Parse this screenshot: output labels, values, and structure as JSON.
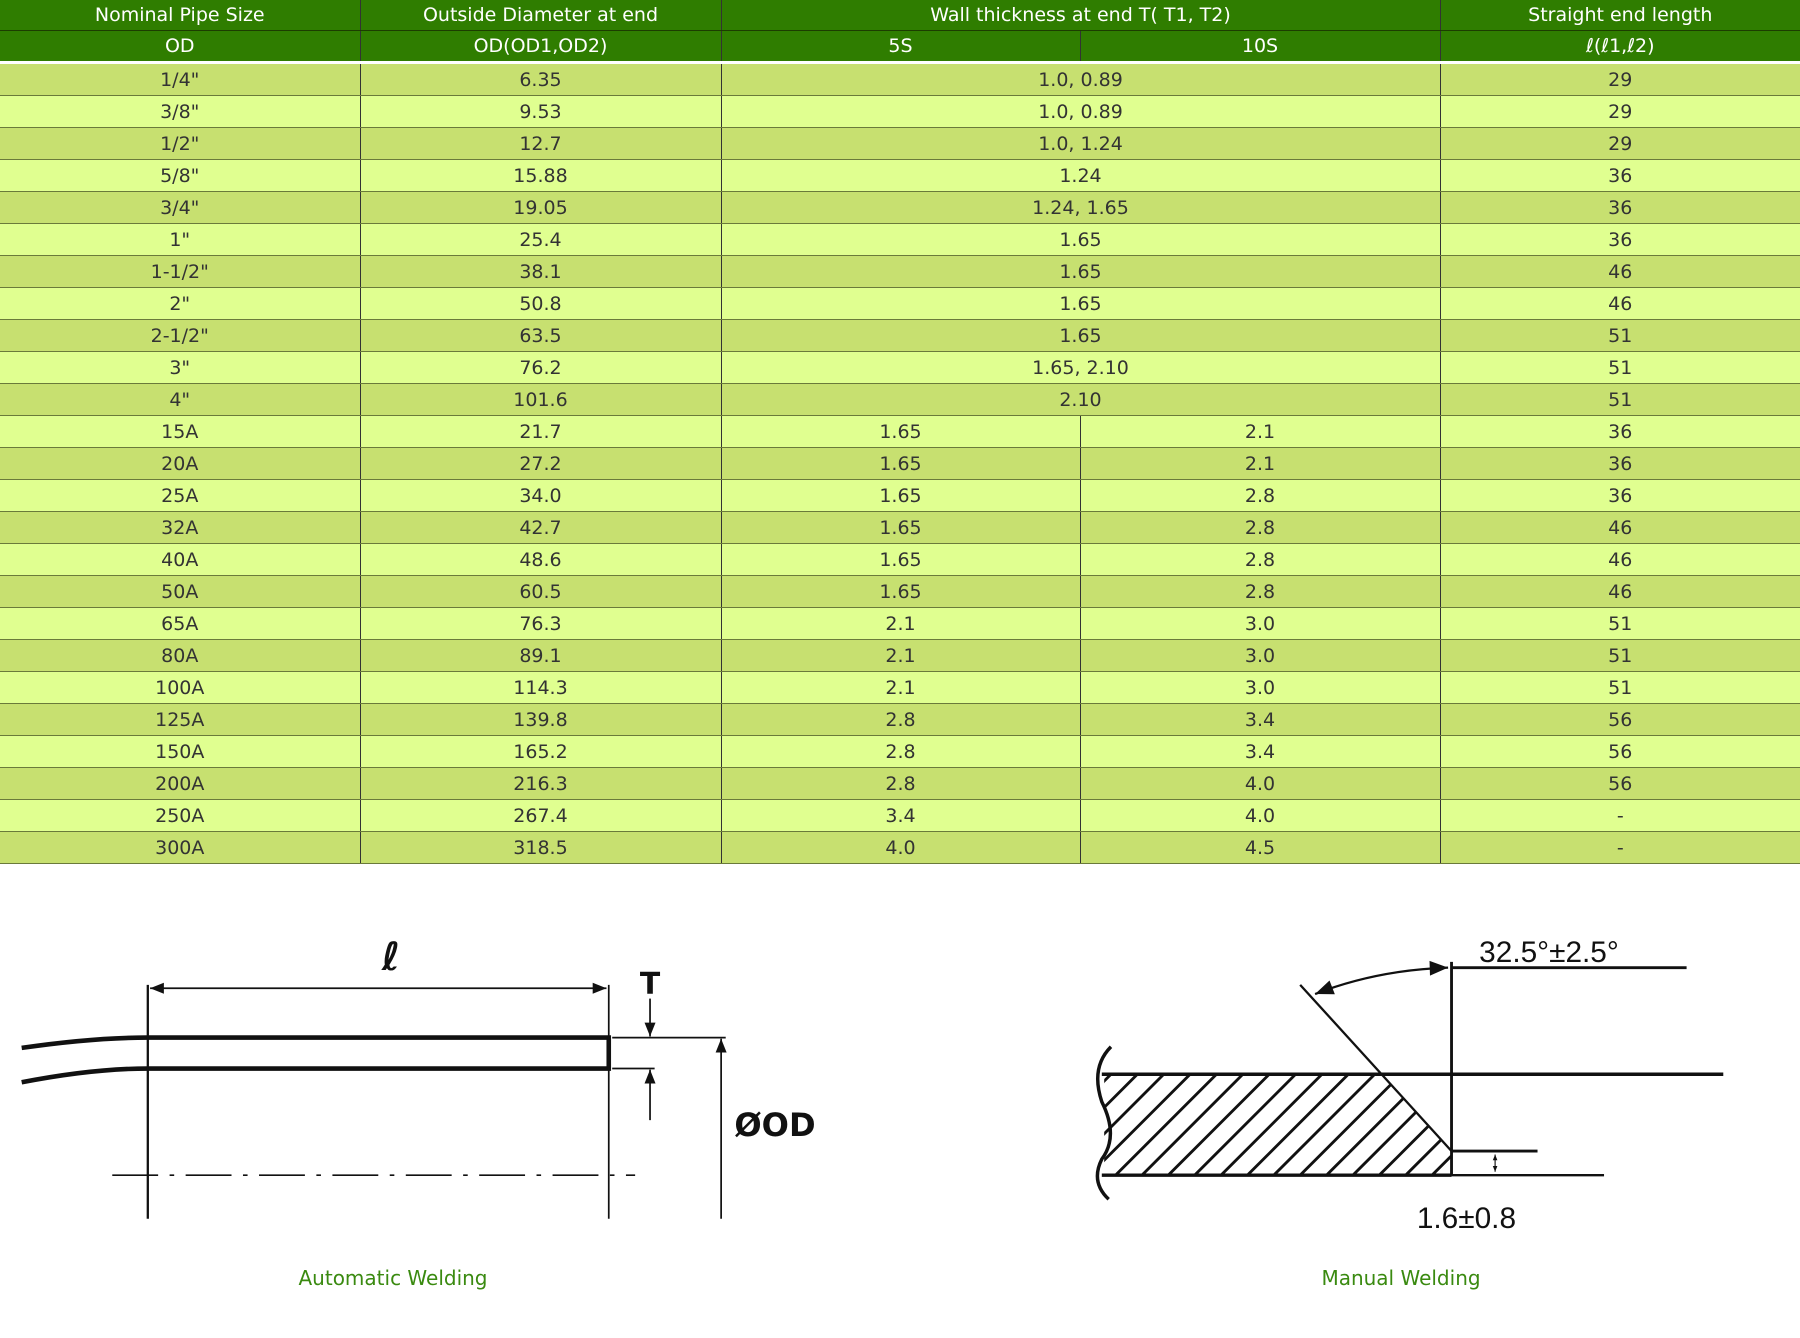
{
  "table": {
    "header_row1": [
      "Nominal Pipe Size",
      "Outside Diameter at end",
      "Wall thickness at end T( T1, T2)",
      "Straight end length"
    ],
    "header_row2": [
      "OD",
      "OD(OD1,OD2)",
      "5S",
      "10S",
      "ℓ(ℓ1,ℓ2)"
    ],
    "rows": [
      {
        "size": "1/4\"",
        "od": "6.35",
        "wall": "1.0, 0.89",
        "len": "29"
      },
      {
        "size": "3/8\"",
        "od": "9.53",
        "wall": "1.0, 0.89",
        "len": "29"
      },
      {
        "size": "1/2\"",
        "od": "12.7",
        "wall": "1.0, 1.24",
        "len": "29"
      },
      {
        "size": "5/8\"",
        "od": "15.88",
        "wall": "1.24",
        "len": "36"
      },
      {
        "size": "3/4\"",
        "od": "19.05",
        "wall": "1.24, 1.65",
        "len": "36"
      },
      {
        "size": "1\"",
        "od": "25.4",
        "wall": "1.65",
        "len": "36"
      },
      {
        "size": "1-1/2\"",
        "od": "38.1",
        "wall": "1.65",
        "len": "46"
      },
      {
        "size": "2\"",
        "od": "50.8",
        "wall": "1.65",
        "len": "46"
      },
      {
        "size": "2-1/2\"",
        "od": "63.5",
        "wall": "1.65",
        "len": "51"
      },
      {
        "size": "3\"",
        "od": "76.2",
        "wall": "1.65, 2.10",
        "len": "51"
      },
      {
        "size": "4\"",
        "od": "101.6",
        "wall": "2.10",
        "len": "51"
      },
      {
        "size": "15A",
        "od": "21.7",
        "s5": "1.65",
        "s10": "2.1",
        "len": "36"
      },
      {
        "size": "20A",
        "od": "27.2",
        "s5": "1.65",
        "s10": "2.1",
        "len": "36"
      },
      {
        "size": "25A",
        "od": "34.0",
        "s5": "1.65",
        "s10": "2.8",
        "len": "36"
      },
      {
        "size": "32A",
        "od": "42.7",
        "s5": "1.65",
        "s10": "2.8",
        "len": "46"
      },
      {
        "size": "40A",
        "od": "48.6",
        "s5": "1.65",
        "s10": "2.8",
        "len": "46"
      },
      {
        "size": "50A",
        "od": "60.5",
        "s5": "1.65",
        "s10": "2.8",
        "len": "46"
      },
      {
        "size": "65A",
        "od": "76.3",
        "s5": "2.1",
        "s10": "3.0",
        "len": "51"
      },
      {
        "size": "80A",
        "od": "89.1",
        "s5": "2.1",
        "s10": "3.0",
        "len": "51"
      },
      {
        "size": "100A",
        "od": "114.3",
        "s5": "2.1",
        "s10": "3.0",
        "len": "51"
      },
      {
        "size": "125A",
        "od": "139.8",
        "s5": "2.8",
        "s10": "3.4",
        "len": "56"
      },
      {
        "size": "150A",
        "od": "165.2",
        "s5": "2.8",
        "s10": "3.4",
        "len": "56"
      },
      {
        "size": "200A",
        "od": "216.3",
        "s5": "2.8",
        "s10": "4.0",
        "len": "56"
      },
      {
        "size": "250A",
        "od": "267.4",
        "s5": "3.4",
        "s10": "4.0",
        "len": "-"
      },
      {
        "size": "300A",
        "od": "318.5",
        "s5": "4.0",
        "s10": "4.5",
        "len": "-"
      }
    ]
  },
  "automatic": {
    "caption": "Automatic Welding",
    "length_label": "ℓ",
    "thickness_label": "T",
    "od_label": "ØOD"
  },
  "manual": {
    "caption": "Manual Welding",
    "angle_label": "32.5°±2.5°",
    "root_label": "1.6±0.8"
  },
  "colors": {
    "header": "#2f7d00",
    "row_dark": "#c7e070",
    "row_light": "#e0ff90",
    "caption": "#3a8a10"
  }
}
